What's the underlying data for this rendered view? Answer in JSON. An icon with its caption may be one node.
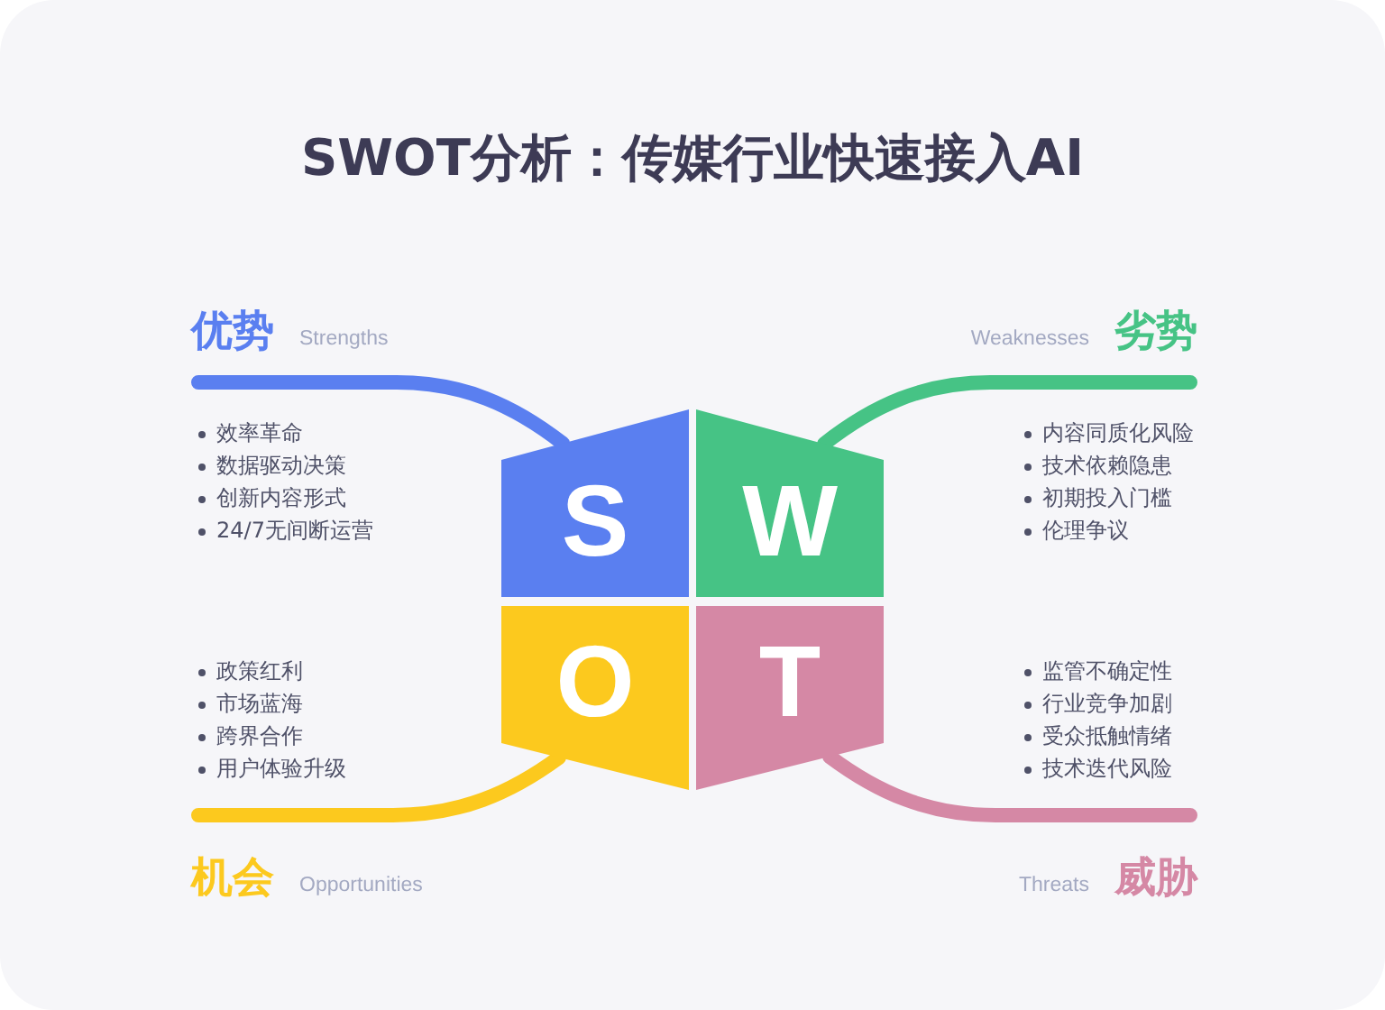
{
  "diagram": {
    "title": "SWOT分析：传媒行业快速接入AI",
    "nodes": [
      {
        "text": [
          "优势",
          "Strengths"
        ],
        "beside": [
          "效率革命",
          "数据驱动决策",
          "创新内容形式",
          "24/7无间断运营"
        ]
      },
      {
        "text": [
          "Weaknesses",
          "劣势"
        ],
        "beside": [
          "内容同质化风险",
          "技术依赖隐患",
          "初期投入门槛",
          "伦理争议"
        ]
      },
      {
        "text": [
          "S"
        ]
      },
      {
        "text": [
          "W"
        ]
      },
      {
        "text": [
          "O"
        ]
      },
      {
        "text": [
          "T"
        ]
      },
      {
        "text": [
          "机会",
          "Opportunities"
        ],
        "beside": [
          "政策红利",
          "市场蓝海",
          "跨界合作",
          "用户体验升级"
        ]
      },
      {
        "text": [
          "Threats",
          "威胁"
        ],
        "beside": [
          "监管不确定性",
          "行业竞争加剧",
          "受众抵触情绪",
          "技术迭代风险"
        ]
      }
    ],
    "edges": [
      {
        "from": 2,
        "to": 0,
        "arrow": "none",
        "color": "#5a7ff0"
      },
      {
        "from": 3,
        "to": 1,
        "arrow": "none",
        "color": "#46c385"
      },
      {
        "from": 4,
        "to": 6,
        "arrow": "none",
        "color": "#fcc91e"
      },
      {
        "from": 5,
        "to": 7,
        "arrow": "none",
        "color": "#d588a5"
      }
    ]
  }
}
